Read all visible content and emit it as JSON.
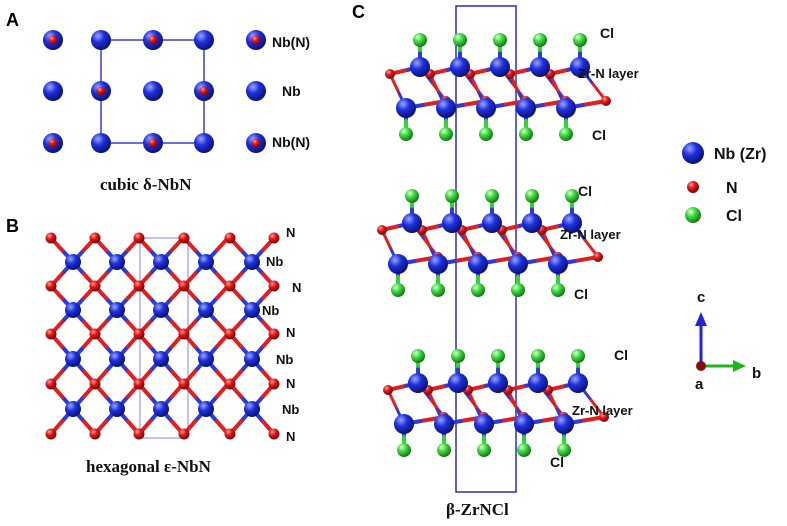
{
  "panels": {
    "a": {
      "letter": "A",
      "caption": "cubic δ-NbN",
      "row_labels": [
        "Nb(N)",
        "Nb",
        "Nb(N)"
      ]
    },
    "b": {
      "letter": "B",
      "caption": "hexagonal ε-NbN",
      "row_labels": [
        "N",
        "Nb",
        "N",
        "Nb",
        "N",
        "Nb",
        "N",
        "Nb",
        "N"
      ]
    },
    "c": {
      "letter": "C",
      "caption": "β-ZrNCl",
      "labels": [
        "Cl",
        "Zr-N layer",
        "Cl",
        "Cl",
        "Zr-N layer",
        "Cl",
        "Cl",
        "Zr-N layer",
        "Cl"
      ]
    }
  },
  "legend": {
    "items": [
      {
        "name": "Nb (Zr)",
        "color": "#1a2ad6",
        "icon": "large-blue-atom"
      },
      {
        "name": "N",
        "color": "#e01818",
        "icon": "small-red-atom"
      },
      {
        "name": "Cl",
        "color": "#3fd83f",
        "icon": "green-atom"
      }
    ]
  },
  "axes": {
    "up": "c",
    "right": "b",
    "origin": "a"
  },
  "colors": {
    "blue": "#1a2ad6",
    "red": "#e01818",
    "green": "#3fd83f",
    "cell": "#2222cc"
  }
}
